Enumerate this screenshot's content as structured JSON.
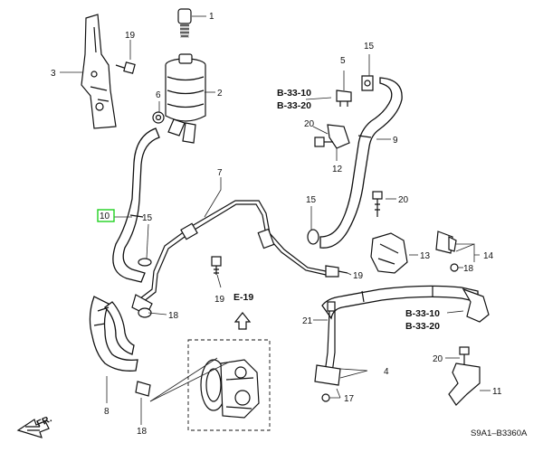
{
  "parts": [
    {
      "id": "p1",
      "number": "1"
    },
    {
      "id": "p2",
      "number": "2"
    },
    {
      "id": "p3",
      "number": "3"
    },
    {
      "id": "p4",
      "number": "4"
    },
    {
      "id": "p5",
      "number": "5"
    },
    {
      "id": "p6",
      "number": "6"
    },
    {
      "id": "p7",
      "number": "7"
    },
    {
      "id": "p8",
      "number": "8"
    },
    {
      "id": "p9",
      "number": "9"
    },
    {
      "id": "p10",
      "number": "10"
    },
    {
      "id": "p11",
      "number": "11"
    },
    {
      "id": "p12",
      "number": "12"
    },
    {
      "id": "p13",
      "number": "13"
    },
    {
      "id": "p14",
      "number": "14"
    },
    {
      "id": "p15a",
      "number": "15"
    },
    {
      "id": "p15b",
      "number": "15"
    },
    {
      "id": "p15c",
      "number": "15"
    },
    {
      "id": "p17",
      "number": "17"
    },
    {
      "id": "p18a",
      "number": "18"
    },
    {
      "id": "p18b",
      "number": "18"
    },
    {
      "id": "p18c",
      "number": "18"
    },
    {
      "id": "p19a",
      "number": "19"
    },
    {
      "id": "p19b",
      "number": "19"
    },
    {
      "id": "p19c",
      "number": "19"
    },
    {
      "id": "p20a",
      "number": "20"
    },
    {
      "id": "p20b",
      "number": "20"
    },
    {
      "id": "p20c",
      "number": "20"
    },
    {
      "id": "p21",
      "number": "21"
    }
  ],
  "references": [
    {
      "id": "ref1a",
      "code": "B-33-10"
    },
    {
      "id": "ref1b",
      "code": "B-33-20"
    },
    {
      "id": "ref2a",
      "code": "B-33-10"
    },
    {
      "id": "ref2b",
      "code": "B-33-20"
    }
  ],
  "section_ref": "E-19",
  "front_marker": "FR.",
  "diagram_code": "S9A1–B3360A",
  "highlight": {
    "part_id": "p10",
    "color": "#1fd11f"
  }
}
